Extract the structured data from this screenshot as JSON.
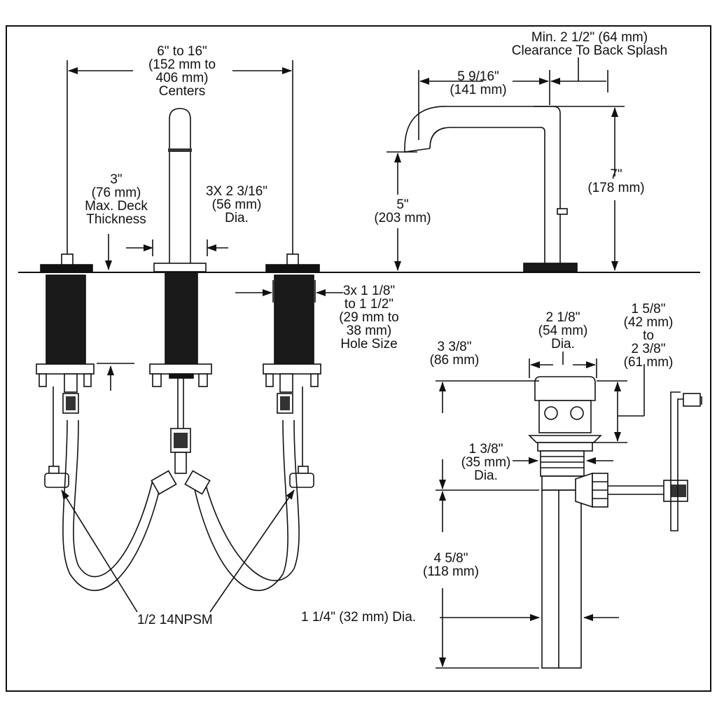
{
  "labels": {
    "centers": [
      "6\" to 16\"",
      "(152 mm to",
      "406 mm)",
      "Centers"
    ],
    "deck": [
      "3\"",
      "(76 mm)",
      "Max. Deck",
      "Thickness"
    ],
    "spout_dia": [
      "3X 2 3/16\"",
      "(56 mm)",
      "Dia."
    ],
    "clearance": [
      "Min. 2 1/2\" (64 mm)",
      "Clearance To Back Splash"
    ],
    "reach": [
      "5 9/16\"",
      "(141 mm)"
    ],
    "height_total": [
      "7\"",
      "(178 mm)"
    ],
    "spout_height": [
      "5\"",
      "(203 mm)"
    ],
    "hole_size": [
      "3x 1 1/8\"",
      "to 1 1/2\"",
      "(29 mm to",
      "38 mm)",
      "Hole Size"
    ],
    "drain_top_dia": [
      "2 1/8\"",
      "(54 mm)",
      "Dia."
    ],
    "drain_adjust": [
      "1 5/8\"",
      "(42 mm)",
      "to",
      "2 3/8\"",
      "(61 mm)"
    ],
    "drain_upper": [
      "3 3/8\"",
      "(86 mm)"
    ],
    "drain_body_dia": [
      "1 3/8\"",
      "(35 mm)",
      "Dia."
    ],
    "drain_lower": [
      "4 5/8\"",
      "(118 mm)"
    ],
    "tail_dia": [
      "1 1/4\" (32 mm) Dia."
    ],
    "connection": [
      "1/2 14NPSM"
    ]
  }
}
